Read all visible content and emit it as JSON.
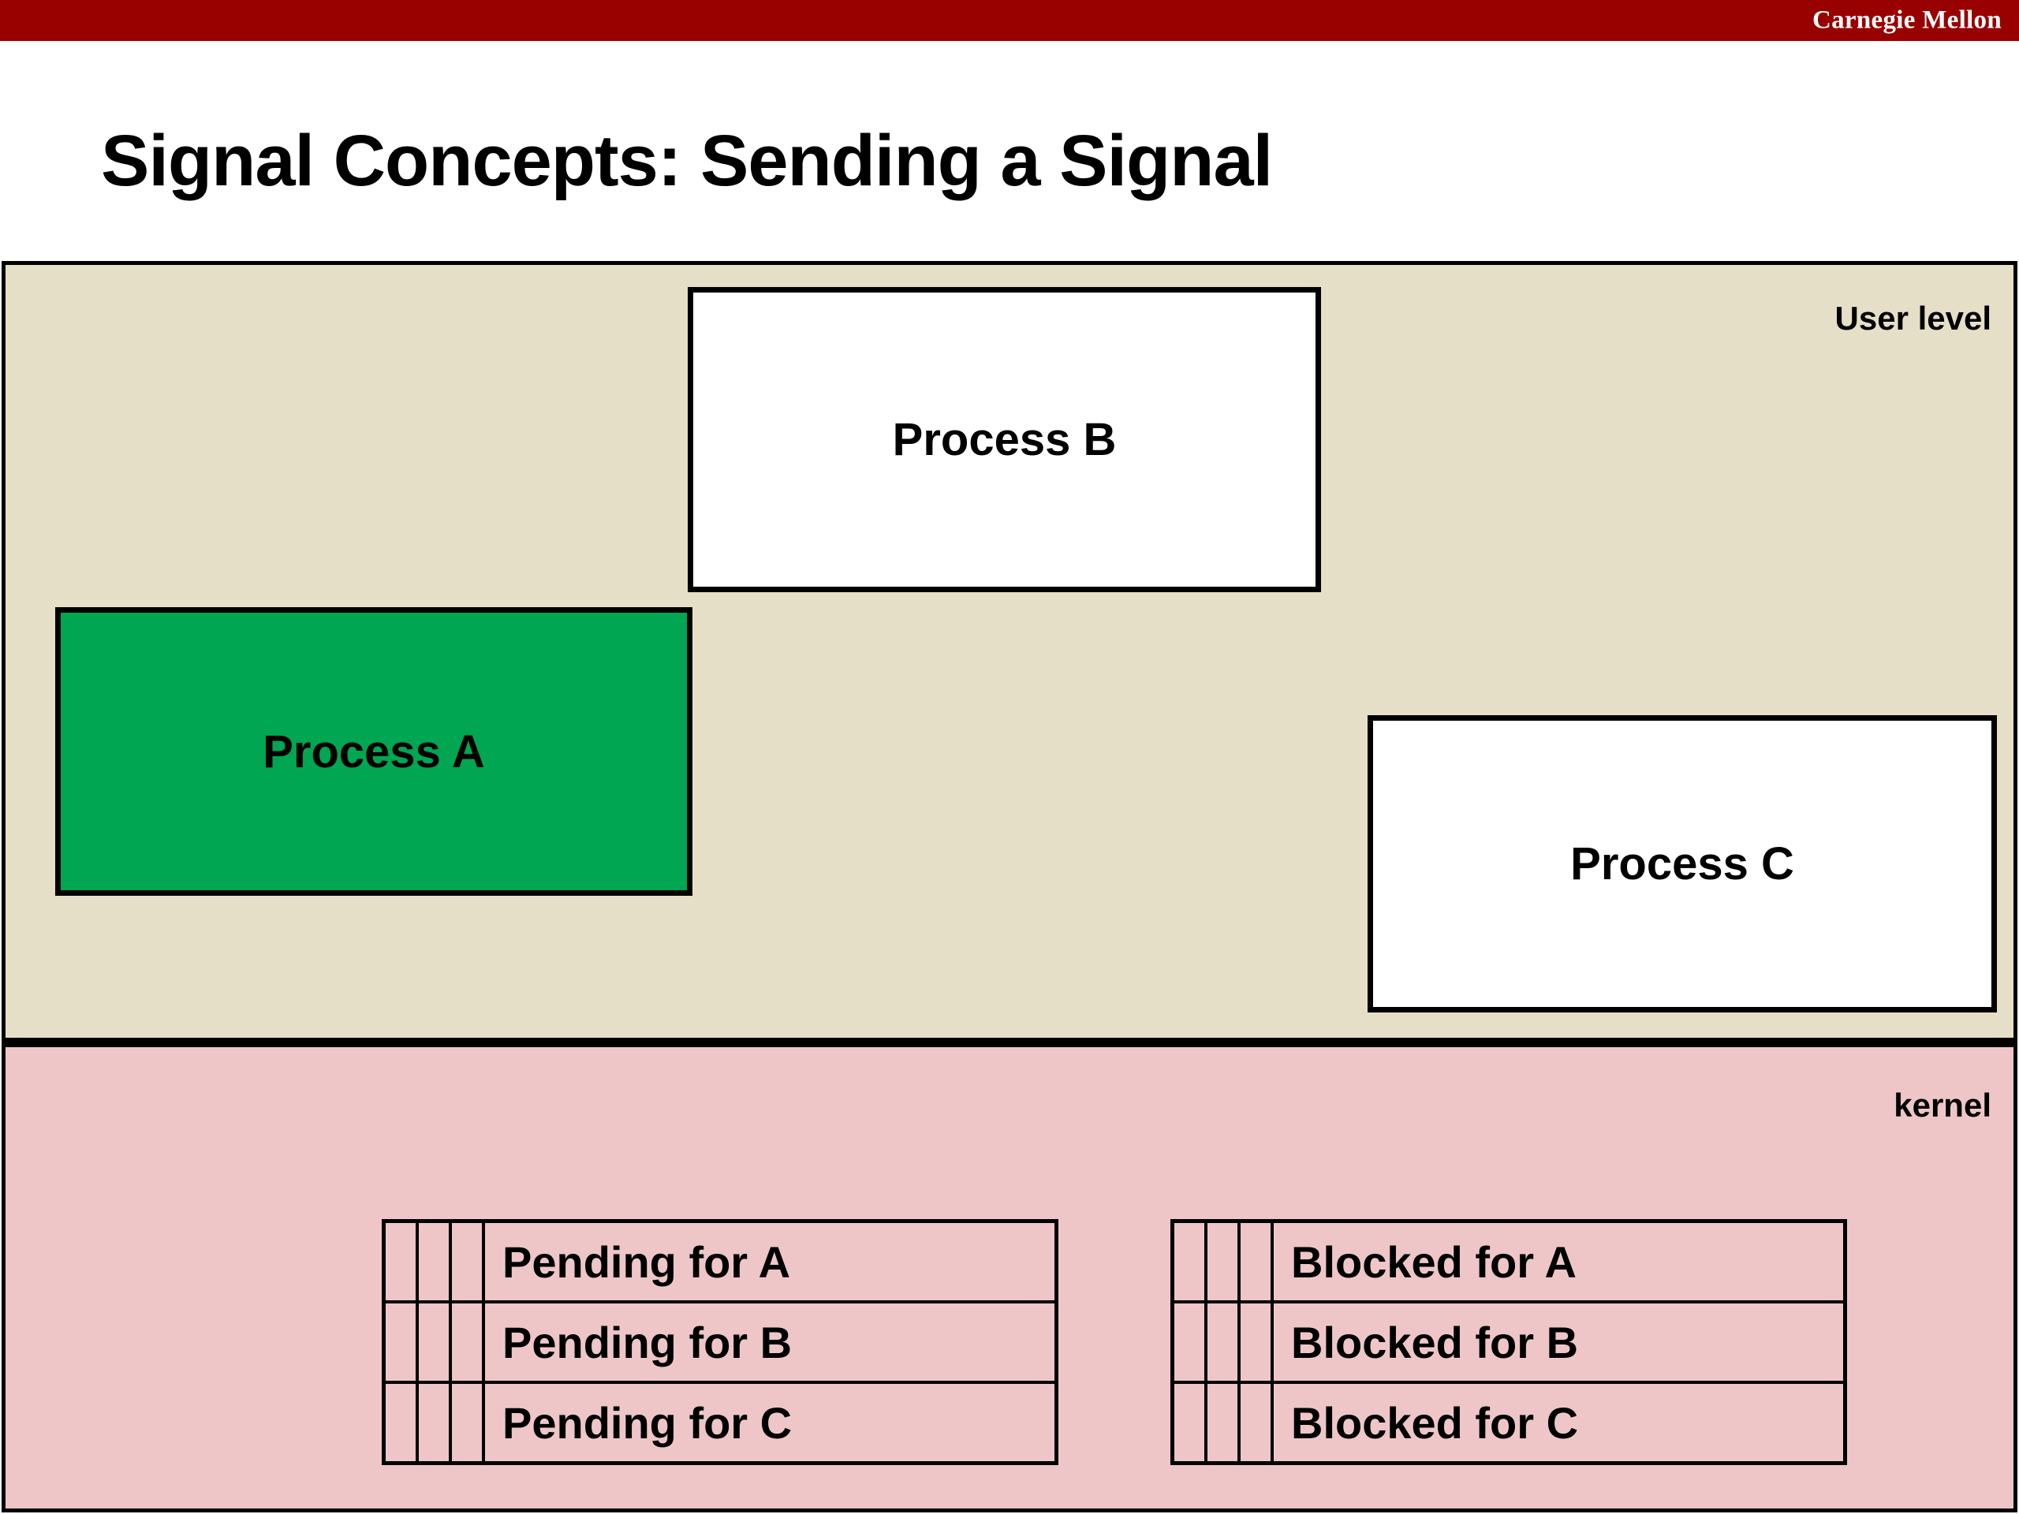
{
  "brand": {
    "name": "Carnegie Mellon",
    "bar_color": "#990000",
    "text_color": "#ffffff"
  },
  "slide": {
    "title": "Signal Concepts: Sending a Signal"
  },
  "user_region": {
    "label": "User level",
    "background_color": "#E6DFC7",
    "processes": [
      {
        "label": "Process A",
        "fill_color": "#00A651",
        "highlighted": true
      },
      {
        "label": "Process B",
        "fill_color": "#FFFFFF",
        "highlighted": false
      },
      {
        "label": "Process C",
        "fill_color": "#FFFFFF",
        "highlighted": false
      }
    ]
  },
  "kernel_region": {
    "label": "kernel",
    "background_color": "#EEC6C8",
    "tables": [
      {
        "name": "pending",
        "bit_columns": 3,
        "rows": [
          {
            "label": "Pending for A",
            "bits": [
              "",
              "",
              ""
            ]
          },
          {
            "label": "Pending for B",
            "bits": [
              "",
              "",
              ""
            ]
          },
          {
            "label": "Pending for C",
            "bits": [
              "",
              "",
              ""
            ]
          }
        ]
      },
      {
        "name": "blocked",
        "bit_columns": 3,
        "rows": [
          {
            "label": "Blocked for A",
            "bits": [
              "",
              "",
              ""
            ]
          },
          {
            "label": "Blocked for B",
            "bits": [
              "",
              "",
              ""
            ]
          },
          {
            "label": "Blocked for C",
            "bits": [
              "",
              "",
              ""
            ]
          }
        ]
      }
    ]
  }
}
